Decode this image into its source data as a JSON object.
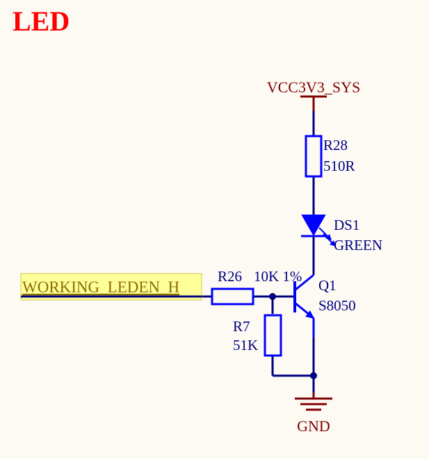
{
  "title": "LED",
  "colors": {
    "background": "#fdfaf4",
    "title": "#ff0000",
    "component": "#0000ff",
    "wire": "#000080",
    "power": "#800000",
    "label": "#000080",
    "net_label_text": "#8a6e00",
    "net_label_fill": "#ffff99"
  },
  "power": {
    "vcc_label": "VCC3V3_SYS",
    "gnd_label": "GND"
  },
  "components": {
    "r28": {
      "designator": "R28",
      "value": "510R"
    },
    "ds1": {
      "designator": "DS1",
      "value": "GREEN"
    },
    "r26": {
      "designator": "R26",
      "value": "10K 1%"
    },
    "q1": {
      "designator": "Q1",
      "value": "S8050"
    },
    "r7": {
      "designator": "R7",
      "value": "51K"
    }
  },
  "net_label": "WORKING_LEDEN_H"
}
